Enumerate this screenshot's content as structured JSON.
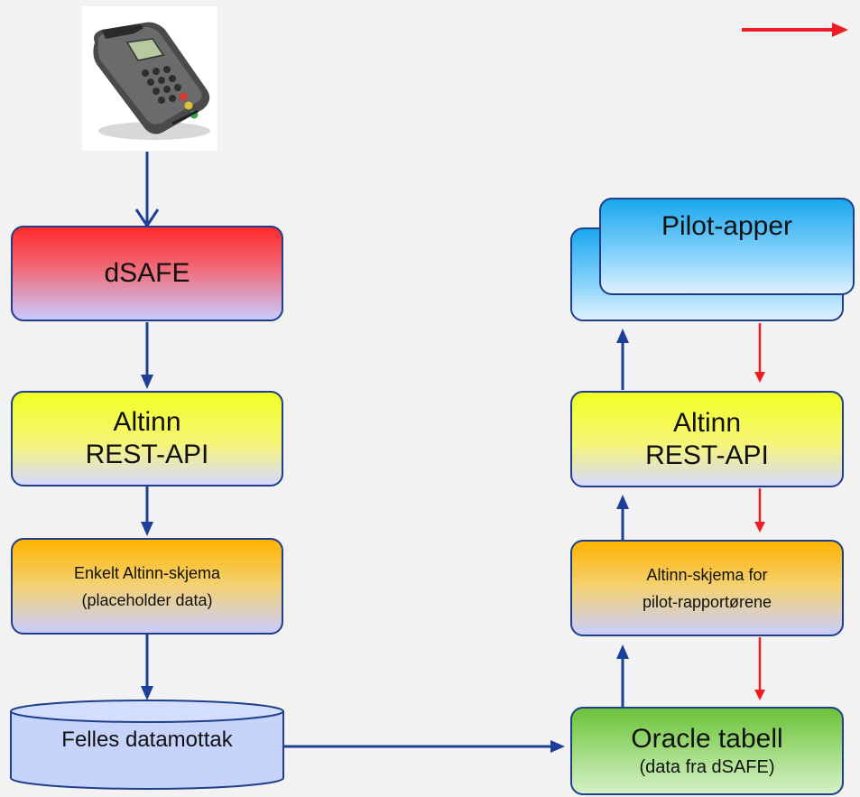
{
  "diagram": {
    "dsafe": {
      "label": "dSAFE"
    },
    "altinn_left": {
      "line1": "Altinn",
      "line2": "REST-API"
    },
    "schema_left": {
      "line1": "Enkelt Altinn-skjema",
      "line2": "(placeholder data)"
    },
    "felles": {
      "label": "Felles datamottak"
    },
    "pilot_apps": {
      "label": "Pilot-apper"
    },
    "altinn_right": {
      "line1": "Altinn",
      "line2": "REST-API"
    },
    "schema_right": {
      "line1": "Altinn-skjema for",
      "line2": "pilot-rapportørene"
    },
    "oracle": {
      "line1": "Oracle tabell",
      "line2": "(data fra dSAFE)"
    }
  },
  "colors": {
    "blue_arrow": "#1d3f97",
    "red_arrow": "#ee1c25",
    "box_border": "#1f3f8a",
    "cylinder_fill": "#c6d3fb"
  },
  "icons": {
    "terminal": "payment-terminal-photo",
    "legend_arrow": "red-arrow-icon"
  }
}
